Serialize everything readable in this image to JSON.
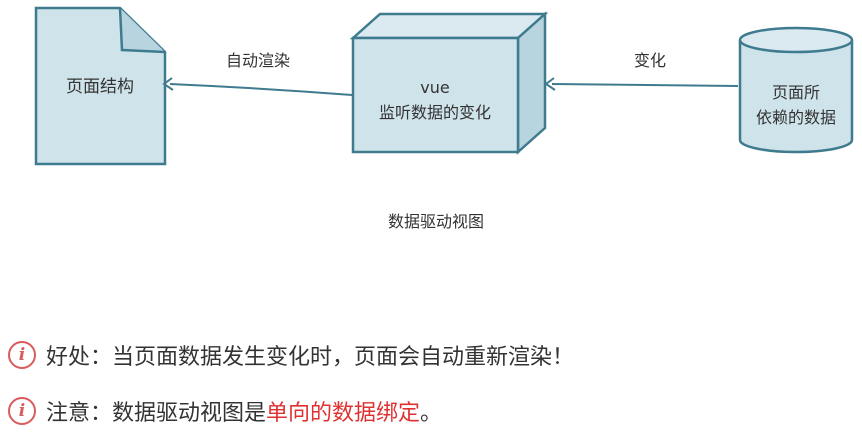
{
  "diagram": {
    "page_node_label": "页面结构",
    "arrow_left_label": "自动渲染",
    "vue_node_label_line1": "vue",
    "vue_node_label_line2": "监听数据的变化",
    "arrow_right_label": "变化",
    "data_node_label_line1": "页面所",
    "data_node_label_line2": "依赖的数据",
    "caption": "数据驱动视图"
  },
  "notes": [
    {
      "icon": "i",
      "text": "好处：当页面数据发生变化时，页面会自动重新渲染！"
    },
    {
      "icon": "i",
      "text_before": "注意：数据驱动视图是",
      "text_highlight": "单向的数据绑定",
      "text_after": "。"
    }
  ],
  "colors": {
    "fill": "#cfe3ea",
    "stroke": "#3f7b8f",
    "arrow": "#3f7b8f",
    "highlight": "#e03131",
    "icon": "#d95c5c"
  }
}
